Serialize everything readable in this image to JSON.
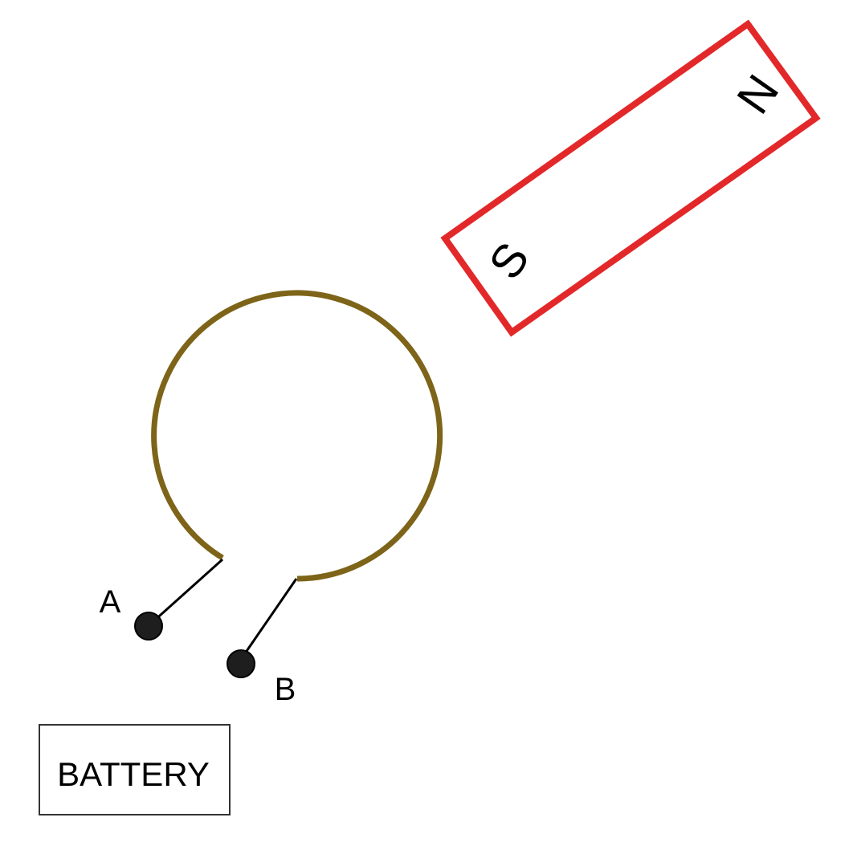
{
  "magnet": {
    "north_label": "N",
    "south_label": "S",
    "color": "#e3282a"
  },
  "coil": {
    "color": "#7d6418"
  },
  "terminals": {
    "a_label": "A",
    "b_label": "B",
    "dot_color": "#1e1e1e"
  },
  "battery": {
    "label": "BATTERY"
  }
}
